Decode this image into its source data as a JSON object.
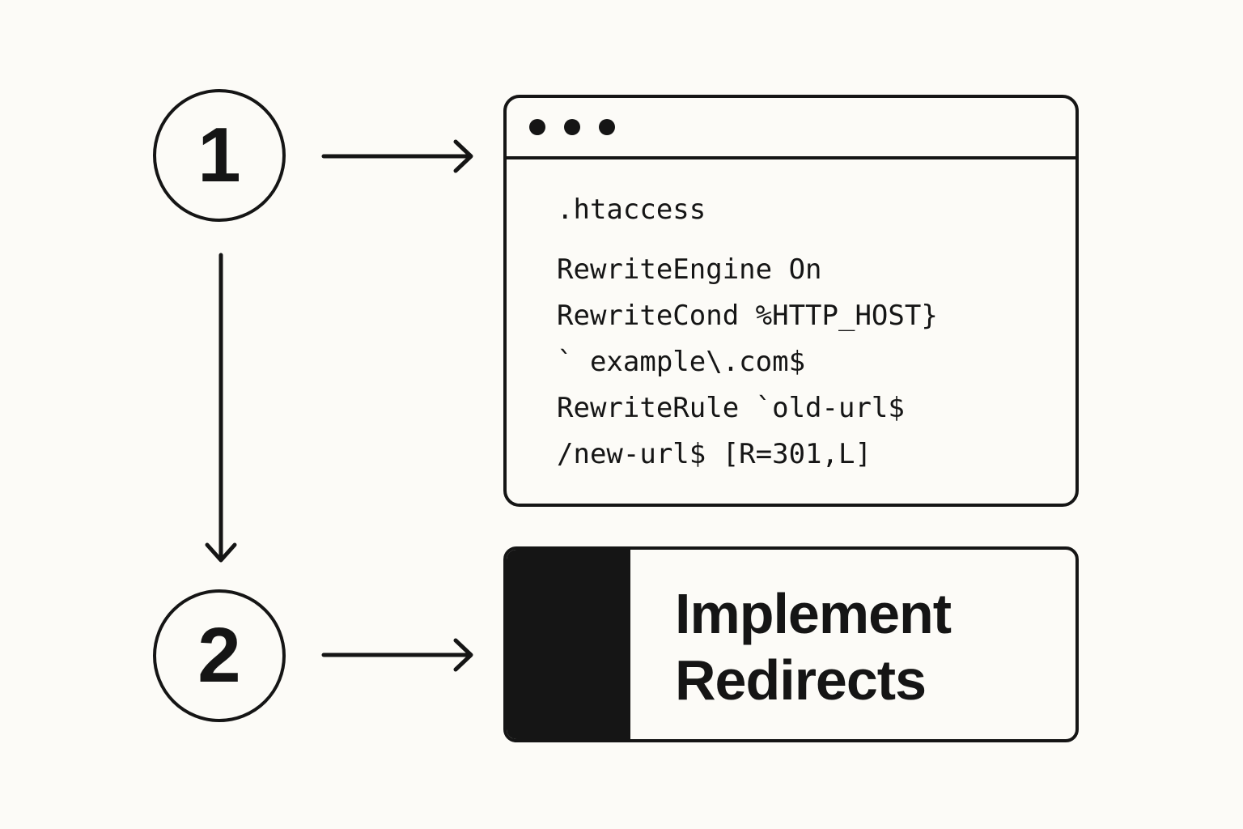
{
  "steps": [
    {
      "number": "1"
    },
    {
      "number": "2"
    }
  ],
  "code_window": {
    "filename": ".htaccess",
    "lines": [
      "RewriteEngine On",
      "RewriteCond %HTTP_HOST}",
      "` example\\.com$",
      "RewriteRule `old-url$",
      "/new-url$ [R=301,L]"
    ]
  },
  "action": {
    "lines": [
      "Implement",
      "Redirects"
    ]
  },
  "colors": {
    "background": "#fcfbf7",
    "ink": "#151515"
  },
  "icons": [
    "window-dot-icon",
    "arrow-right-icon",
    "arrow-down-icon"
  ]
}
